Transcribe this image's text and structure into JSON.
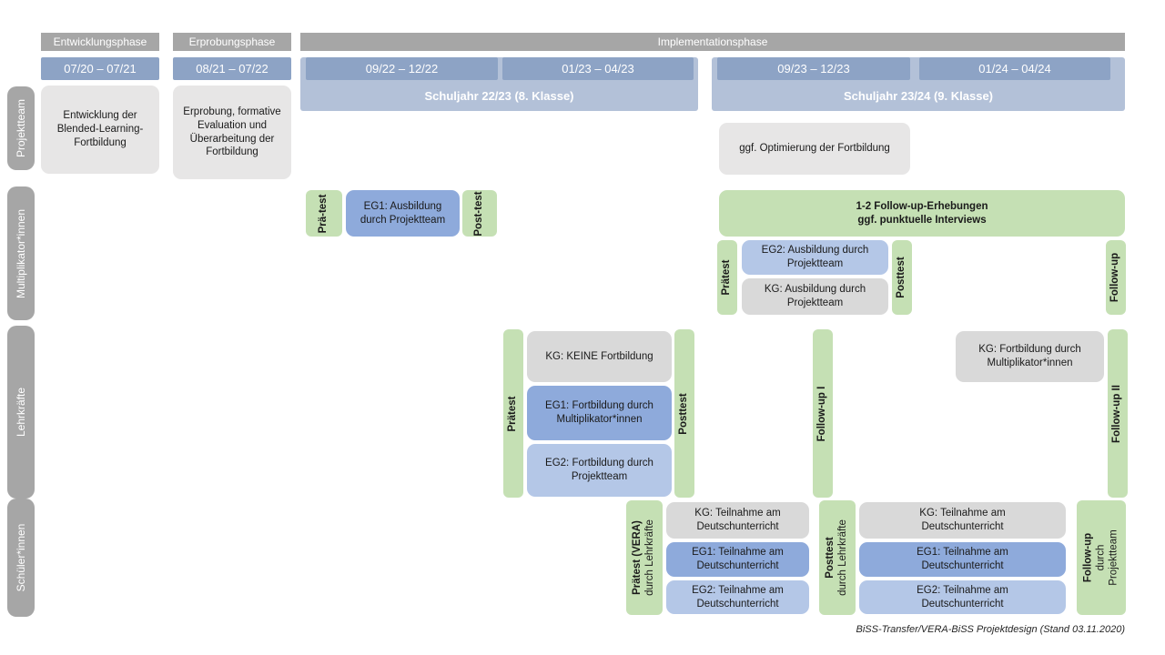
{
  "phases": {
    "entwicklung": "Entwicklungsphase",
    "erprobung": "Erprobungsphase",
    "implementation": "Implementationsphase"
  },
  "dates": {
    "d1": "07/20 – 07/21",
    "d2": "08/21 – 07/22",
    "d3": "09/22 – 12/22",
    "d4": "01/23 – 04/23",
    "d5": "09/23 – 12/23",
    "d6": "01/24 – 04/24"
  },
  "school_years": {
    "sy1": "Schuljahr 22/23 (8. Klasse)",
    "sy2": "Schuljahr 23/24 (9. Klasse)"
  },
  "row_labels": {
    "projektteam": "Projektteam",
    "multiplikatoren": "Multiplikator*innen",
    "lehrkraefte": "Lehrkräfte",
    "schueler": "Schüler*innen"
  },
  "projektteam": {
    "entwicklung": "Entwicklung der Blended-Learning-Fortbildung",
    "erprobung": "Erprobung, formative Evaluation und Überarbeitung der Fortbildung",
    "optimierung": "ggf. Optimierung der Fortbildung"
  },
  "multiplikatoren": {
    "praetest1": "Prä-test",
    "eg1": "EG1: Ausbildung durch Projektteam",
    "posttest1": "Post-test",
    "followup_box_line1": "1-2 Follow-up-Erhebungen",
    "followup_box_line2": "ggf. punktuelle Interviews",
    "praetest2": "Prätest",
    "eg2": "EG2: Ausbildung durch Projektteam",
    "kg": "KG: Ausbildung durch Projektteam",
    "posttest2": "Posttest",
    "followup": "Follow-up"
  },
  "lehrkraefte": {
    "praetest": "Prätest",
    "kg": "KG: KEINE Fortbildung",
    "eg1": "EG1: Fortbildung durch Multiplikator*innen",
    "eg2": "EG2: Fortbildung durch Projektteam",
    "posttest": "Posttest",
    "followup1": "Follow-up I",
    "kg2": "KG: Fortbildung durch Multiplikator*innen",
    "followup2": "Follow-up II"
  },
  "schueler": {
    "praetest_line1": "Prätest (VERA)",
    "praetest_line2": "durch Lehrkräfte",
    "block1_kg": "KG: Teilnahme am Deutschunterricht",
    "block1_eg1": "EG1: Teilnahme am Deutschunterricht",
    "block1_eg2": "EG2: Teilnahme am Deutschunterricht",
    "posttest_line1": "Posttest",
    "posttest_line2": "durch Lehrkräfte",
    "block2_kg": "KG: Teilnahme am Deutschunterricht",
    "block2_eg1": "EG1: Teilnahme am Deutschunterricht",
    "block2_eg2": "EG2: Teilnahme am Deutschunterricht",
    "followup_line1": "Follow-up",
    "followup_line2": "durch",
    "followup_line3": "Projektteam"
  },
  "caption": "BiSS-Transfer/VERA-BiSS Projektdesign (Stand 03.11.2020)",
  "colors": {
    "phase_gray": "#A6A6A6",
    "date_blue": "#8DA3C5",
    "schoolyear_blue": "#B3C1D8",
    "eg1_blue": "#8EAADB",
    "eg2_blue": "#B4C7E7",
    "kg_gray": "#D9D9D9",
    "light_gray": "#E7E6E6",
    "green": "#C5E0B4"
  }
}
